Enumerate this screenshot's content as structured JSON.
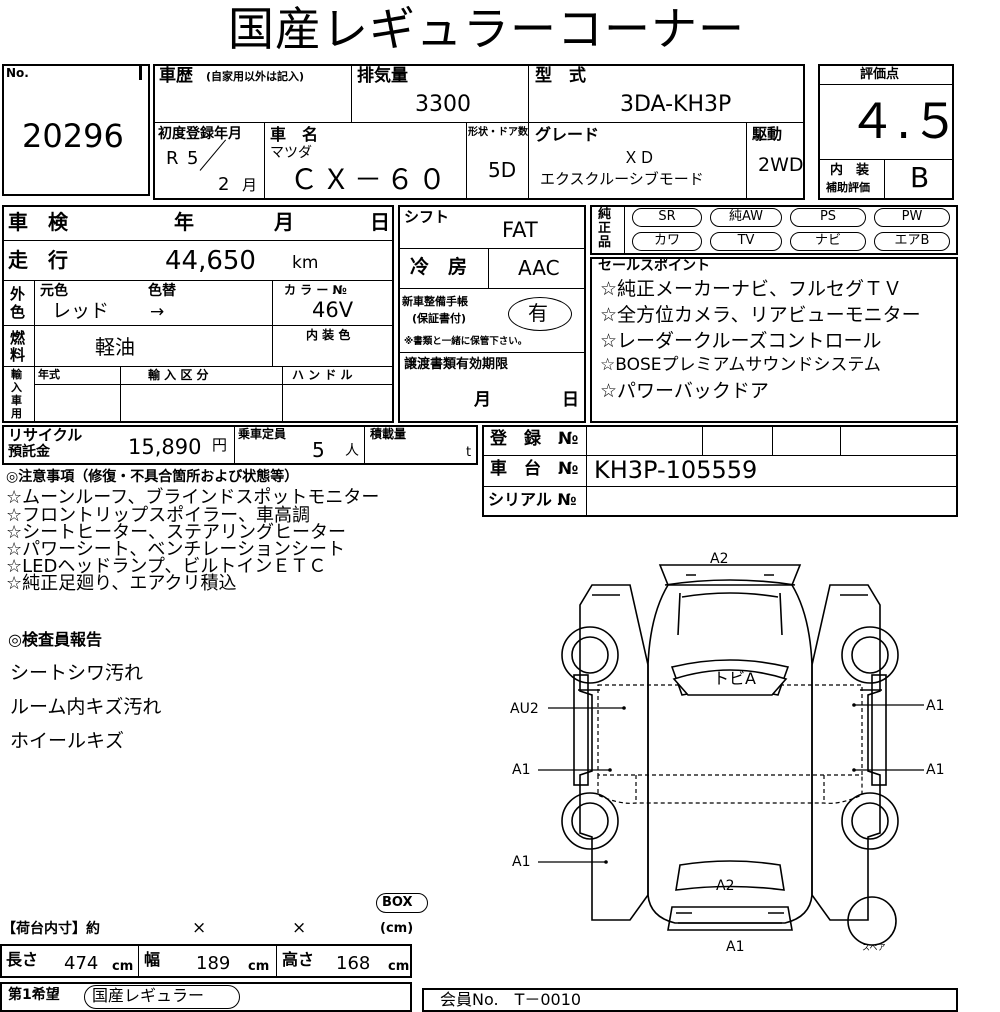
{
  "title": "国産レギュラーコーナー",
  "sheet_no": {
    "label": "No.",
    "value": "20296"
  },
  "history": {
    "label": "車歴",
    "sub": "(自家用以外は記入)"
  },
  "displacement": {
    "label": "排気量",
    "value": "3300"
  },
  "model_code": {
    "label": "型　式",
    "value": "3DA-KH3P"
  },
  "first_reg": {
    "label": "初度登録年月",
    "era": "R",
    "year": "5",
    "month": "2",
    "month_unit": "月"
  },
  "car_name": {
    "label": "車　名",
    "maker": "マツダ",
    "value": "ＣＸ－６０"
  },
  "doors": {
    "label": "形状・ドア数",
    "value": "5D"
  },
  "grade": {
    "label": "グレード",
    "line1": "ＸＤ",
    "line2": "エクスクルーシブモード"
  },
  "drive": {
    "label": "駆動",
    "value": "2WD"
  },
  "rating": {
    "label": "評価点",
    "value": "４.５",
    "interior_label_1": "内　装",
    "interior_label_2": "補助評価",
    "interior_value": "B"
  },
  "inspection": {
    "label": "車　検",
    "year": "年",
    "month": "月",
    "day": "日"
  },
  "mileage": {
    "label": "走　行",
    "value": "44,650",
    "unit": "km"
  },
  "color": {
    "side_label": "外色",
    "orig_label": "元色",
    "change_label": "色替",
    "orig_value": "レッド",
    "arrow": "→",
    "code_label": "カ ラ ー №",
    "code_value": "46V",
    "interior_label": "内 装 色"
  },
  "fuel": {
    "label": "燃料",
    "value": "軽油"
  },
  "import": {
    "label": "輸入車用",
    "year_label": "年式",
    "class_label": "輸 入 区 分",
    "handle_label": "ハ ン ド ル"
  },
  "shift": {
    "label": "シフト",
    "value": "FAT"
  },
  "ac": {
    "label": "冷　房",
    "value": "AAC"
  },
  "warranty": {
    "label1": "新車整備手帳",
    "label2": "(保証書付)",
    "value": "有",
    "note": "※書類と一緒に保管下さい。"
  },
  "transfer": {
    "label": "譲渡書類有効期限",
    "month": "月",
    "day": "日"
  },
  "genuine": {
    "label": "純正品",
    "items": [
      "SR",
      "純AW",
      "PS",
      "PW",
      "カワ",
      "TV",
      "ナビ",
      "エアB"
    ]
  },
  "sales_points": {
    "label": "セールスポイント",
    "items": [
      "☆純正メーカーナビ、フルセグＴＶ",
      "☆全方位カメラ、リアビューモニター",
      "☆レーダークルーズコントロール",
      "☆BOSEプレミアムサウンドシステム",
      "☆パワーバックドア"
    ]
  },
  "recycle": {
    "label1": "リサイクル",
    "label2": "預託金",
    "value": "15,890",
    "unit": "円"
  },
  "capacity": {
    "label": "乗車定員",
    "value": "5",
    "unit": "人"
  },
  "load": {
    "label": "積載量",
    "unit": "t"
  },
  "registration": {
    "label": "登　録　№"
  },
  "chassis": {
    "label": "車　台　№",
    "value": "KH3P-105559"
  },
  "serial": {
    "label": "シリアル №"
  },
  "notes": {
    "label": "◎注意事項（修復・不具合箇所および状態等）",
    "items": [
      "☆ムーンルーフ、ブラインドスポットモニター",
      "☆フロントリップスポイラー、車高調",
      "☆シートヒーター、ステアリングヒーター",
      "☆パワーシート、ベンチレーションシート",
      "☆LEDヘッドランプ、ビルトインＥＴＣ",
      "☆純正足廻り、エアクリ積込"
    ]
  },
  "inspector": {
    "label": "◎検査員報告",
    "items": [
      "シートシワ汚れ",
      "ルーム内キズ汚れ",
      "ホイールキズ"
    ]
  },
  "diagram": {
    "front": "A2",
    "roof": "トビA",
    "left_top": "AU2",
    "left_mid": "A1",
    "left_bottom": "A1",
    "right_top": "A1",
    "right_mid": "A1",
    "rear": "A2",
    "rear_bottom": "A1",
    "spare": "スペア"
  },
  "cargo": {
    "label": "【荷台内寸】約",
    "x1": "×",
    "x2": "×",
    "box": "BOX",
    "cm": "(cm)"
  },
  "dims": {
    "length_label": "長さ",
    "length": "474",
    "width_label": "幅",
    "width": "189",
    "height_label": "高さ",
    "height": "168",
    "unit": "cm"
  },
  "footer": {
    "wish_label": "第1希望",
    "wish_value": "国産レギュラー",
    "bottom_right": "会員No.　T－0010"
  }
}
